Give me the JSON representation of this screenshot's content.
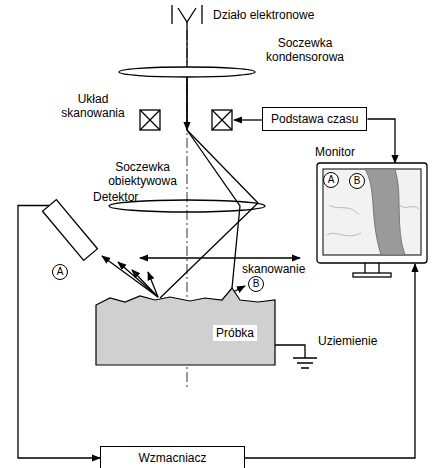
{
  "diagram": {
    "nodes": [
      {
        "text": [
          "Podstawa czasu"
        ]
      },
      {
        "text": [
          "Monitor"
        ]
      },
      {
        "text": [
          "A"
        ],
        "in": 1
      },
      {
        "text": [
          "B"
        ],
        "in": 1
      },
      {
        "text": [
          "Detektor"
        ]
      },
      {
        "text": [
          "A"
        ]
      },
      {
        "text": [
          "B"
        ]
      },
      {
        "text": [
          "Próbka"
        ]
      },
      {
        "text": [
          "Wzmacniacz"
        ]
      }
    ],
    "edges": [
      {
        "from": 0,
        "to": 1,
        "arrow": "to"
      },
      {
        "from": 4,
        "to": 8,
        "arrow": "to"
      },
      {
        "from": 8,
        "to": 1,
        "arrow": "to"
      }
    ],
    "labels": [
      "Działo elektronowe",
      "Soczewka kondensorowa",
      "Układ skanowania",
      "Soczewka obiektywowa",
      "skanowanie",
      "Uziemienie"
    ]
  }
}
